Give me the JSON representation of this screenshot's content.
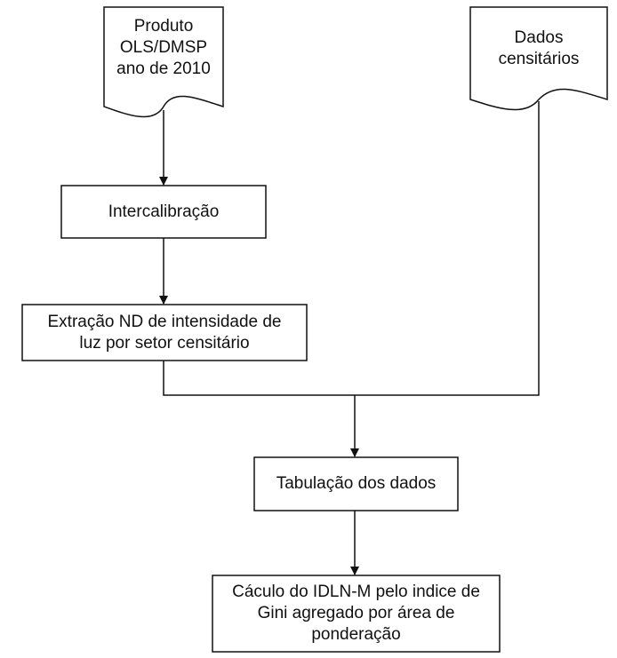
{
  "nodes": {
    "produto": {
      "text": "Produto\nOLS/DMSP\nano de 2010",
      "shape": "document"
    },
    "dados": {
      "text": "Dados\ncensitários",
      "shape": "document"
    },
    "intercal": {
      "text": "Intercalibração",
      "shape": "process"
    },
    "extracao": {
      "text": "Extração  ND de intensidade de\nluz por setor censitário",
      "shape": "process"
    },
    "tabulacao": {
      "text": "Tabulação dos dados",
      "shape": "process"
    },
    "calculo": {
      "text": "Cáculo do IDLN-M pelo indice de\nGini agregado por área de\nponderação",
      "shape": "process"
    }
  },
  "edges": [
    {
      "from": "produto",
      "to": "intercal"
    },
    {
      "from": "intercal",
      "to": "extracao"
    },
    {
      "from": "extracao",
      "to": "tabulacao"
    },
    {
      "from": "dados",
      "to": "tabulacao"
    },
    {
      "from": "tabulacao",
      "to": "calculo"
    }
  ]
}
